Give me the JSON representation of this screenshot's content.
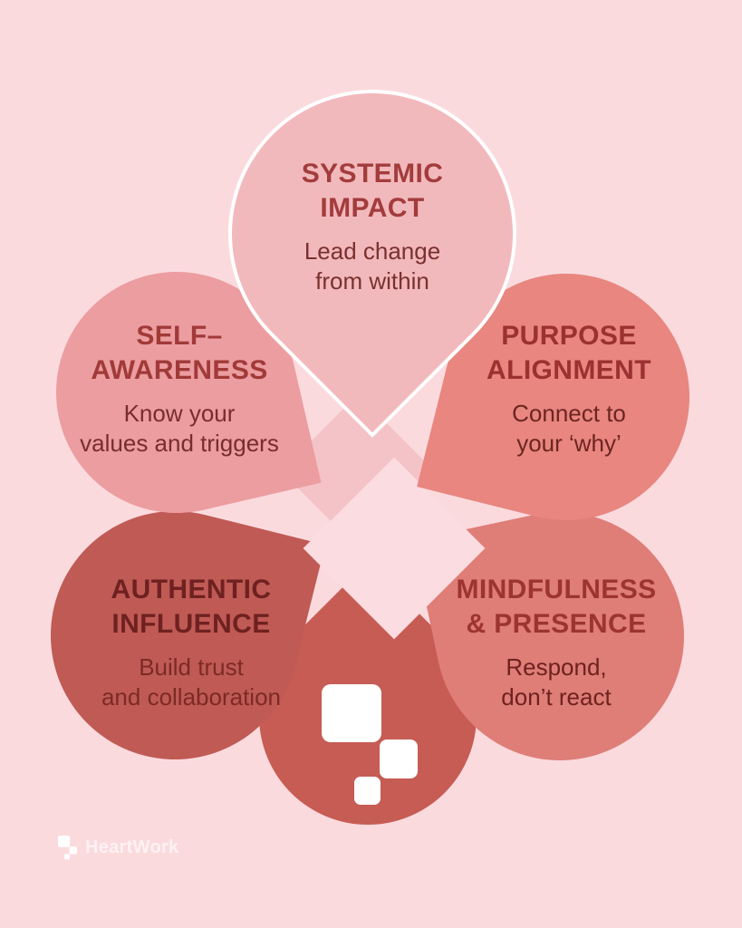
{
  "colors": {
    "background": "#fbdade",
    "petal_outline": "#ffffff",
    "center_diamond_1": "#f4c3c7",
    "center_diamond_2": "#fbdce0"
  },
  "petals": [
    {
      "id": "systemic-impact",
      "title_lines": [
        "SYSTEMIC",
        "IMPACT"
      ],
      "subtitle_lines": [
        "Lead change",
        "from within"
      ],
      "fill": "#f2b9bc",
      "title_color": "#a33c3c",
      "subtitle_color": "#7a312f"
    },
    {
      "id": "self-awareness",
      "title_lines": [
        "SELF–",
        "AWARENESS"
      ],
      "subtitle_lines": [
        "Know your",
        "values and triggers"
      ],
      "fill": "#ec9da0",
      "title_color": "#a03a39",
      "subtitle_color": "#762e2c"
    },
    {
      "id": "purpose-alignment",
      "title_lines": [
        "PURPOSE",
        "ALIGNMENT"
      ],
      "subtitle_lines": [
        "Connect to",
        "your ‘why’"
      ],
      "fill": "#e8867f",
      "title_color": "#9b3130",
      "subtitle_color": "#6d2521"
    },
    {
      "id": "authentic-influence",
      "title_lines": [
        "AUTHENTIC",
        "INFLUENCE"
      ],
      "subtitle_lines": [
        "Build trust",
        "and collaboration"
      ],
      "fill": "#c05a54",
      "title_color": "#6e2120",
      "subtitle_color": "#7c2a26"
    },
    {
      "id": "mindfulness-presence",
      "title_lines": [
        "MINDFULNESS",
        "& PRESENCE"
      ],
      "subtitle_lines": [
        "Respond,",
        "don’t react"
      ],
      "fill": "#df7d77",
      "title_color": "#9c3430",
      "subtitle_color": "#6e221f"
    },
    {
      "id": "bottom-accent",
      "fill": "#c65c54"
    }
  ],
  "brand": {
    "name": "HeartWork",
    "mark_color": "#ffffff",
    "wordmark_color": "#fdf2f3"
  }
}
